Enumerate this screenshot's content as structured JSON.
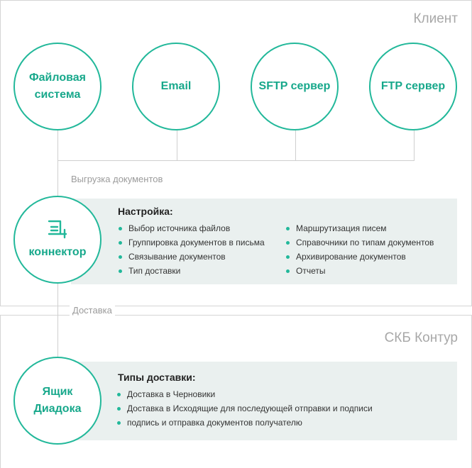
{
  "zones": {
    "client": {
      "title": "Клиент"
    },
    "kontur": {
      "title": "СКБ Контур"
    }
  },
  "sources": [
    {
      "id": "fs",
      "label": "Файловая система",
      "icon": ""
    },
    {
      "id": "email",
      "label": "Email"
    },
    {
      "id": "sftp",
      "label": "SFTP сервер"
    },
    {
      "id": "ftp",
      "label": "FTP сервер"
    }
  ],
  "flow_labels": {
    "upload": "Выгрузка документов",
    "delivery": "Доставка"
  },
  "connector": {
    "label": "коннектор",
    "icon": "connector-icon"
  },
  "settings": {
    "title": "Настройка:",
    "col1": [
      "Выбор источника файлов",
      "Группировка документов в письма",
      "Связывание документов",
      "Тип доставки"
    ],
    "col2": [
      "Маршрутизация писем",
      "Справочники по типам документов",
      "Архивирование документов",
      "Отчеты"
    ]
  },
  "mailbox": {
    "label": "Ящик Диадока"
  },
  "delivery_types": {
    "title": "Типы доставки:",
    "items": [
      "Доставка в Черновики",
      "Доставка в Исходящие для последующей отправки и подписи",
      "подпись и отправка документов получателю"
    ]
  },
  "colors": {
    "accent": "#22b89a",
    "panel": "#eaf0ef",
    "border": "#d5d5d5",
    "muted_text": "#a8a8a8"
  }
}
